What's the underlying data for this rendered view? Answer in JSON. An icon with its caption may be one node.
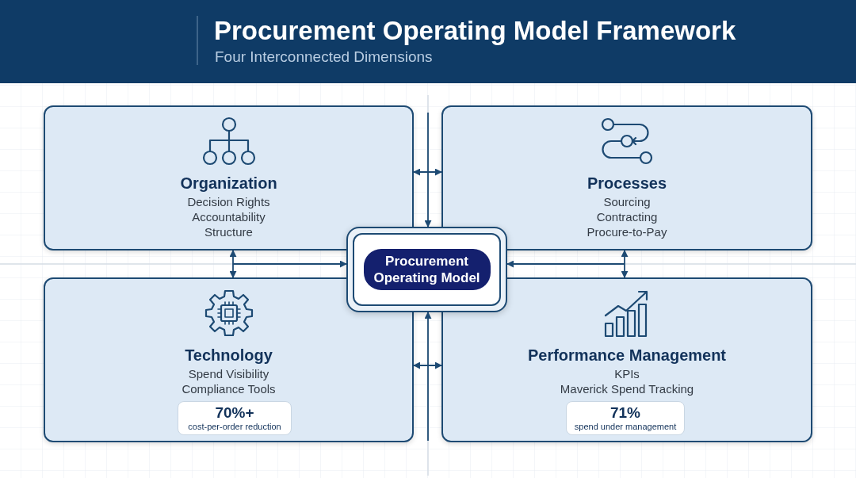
{
  "diagram": {
    "title": "Procurement Operating Model Framework",
    "nodes": [
      {
        "text": [
          "Organization",
          "Decision Rights",
          "Accountability",
          "Structure"
        ]
      },
      {
        "text": [
          "Processes",
          "Sourcing",
          "Contracting",
          "Procure-to-Pay"
        ]
      },
      {
        "text": [
          "Procurement Operating Model"
        ]
      },
      {
        "text": [
          "Technology",
          "Spend Visibility",
          "Compliance Tools"
        ]
      },
      {
        "text": [
          "70%+",
          "cost-per-order reduction"
        ],
        "in": 3
      },
      {
        "text": [
          "Performance Management",
          "KPIs",
          "Maverick Spend Tracking"
        ]
      },
      {
        "text": [
          "71%",
          "spend under management"
        ],
        "in": 5
      }
    ],
    "edges": [
      {
        "from": 0,
        "to": 1,
        "arrow": "both"
      },
      {
        "from": 0,
        "to": 3,
        "arrow": "both"
      },
      {
        "from": 1,
        "to": 5,
        "arrow": "both"
      },
      {
        "from": 3,
        "to": 5,
        "arrow": "both"
      },
      {
        "from": null,
        "to": 2,
        "arrow": "to"
      },
      {
        "from": null,
        "to": 2,
        "arrow": "to"
      },
      {
        "from": null,
        "to": 2,
        "arrow": "to"
      },
      {
        "from": null,
        "to": 2,
        "arrow": "to"
      }
    ],
    "labels": [
      "Four Interconnected Dimensions"
    ]
  }
}
